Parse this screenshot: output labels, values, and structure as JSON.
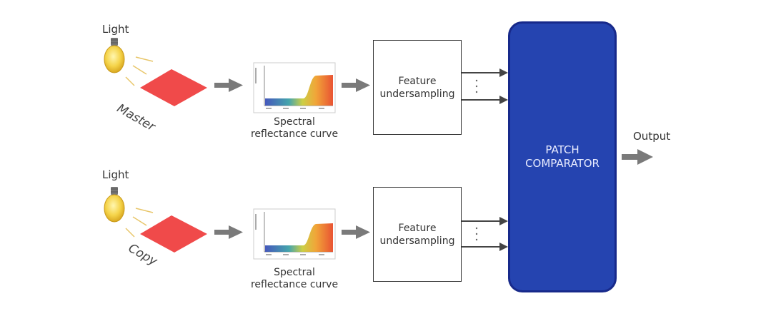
{
  "branches": [
    {
      "light_label": "Light",
      "patch_label": "Master",
      "curve_caption_line1": "Spectral",
      "curve_caption_line2": "reflectance curve",
      "feature_line1": "Feature",
      "feature_line2": "undersampling"
    },
    {
      "light_label": "Light",
      "patch_label": "Copy",
      "curve_caption_line1": "Spectral",
      "curve_caption_line2": "reflectance curve",
      "feature_line1": "Feature",
      "feature_line2": "undersampling"
    }
  ],
  "comparator": {
    "line1": "PATCH",
    "line2": "COMPARATOR"
  },
  "output_label": "Output",
  "colors": {
    "comparator_fill": "#2544b0",
    "patch_red": "#f04a4a",
    "arrow_grey": "#7a7a7a",
    "bulb_yellow": "#f5d44a"
  }
}
